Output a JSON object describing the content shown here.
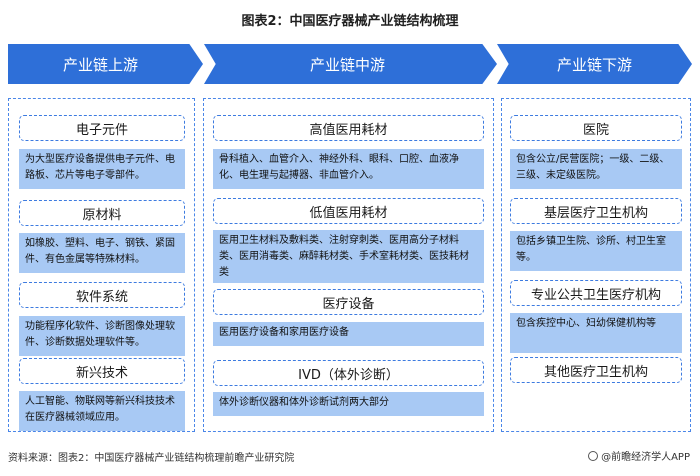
{
  "title": "图表2：中国医疗器械产业链结构梳理",
  "stages": [
    "产业链上游",
    "产业链中游",
    "产业链下游"
  ],
  "upstream": [
    {
      "name": "电子元件",
      "desc": "为大型医疗设备提供电子元件、电路板、芯片等电子零部件。"
    },
    {
      "name": "原材料",
      "desc": "如橡胶、塑料、电子、钢铁、紧固件、有色金属等特殊材料。"
    },
    {
      "name": "软件系统",
      "desc": "功能程序化软件、诊断图像处理软件、诊断数据处理软件等。"
    },
    {
      "name": "新兴技术",
      "desc": "人工智能、物联网等新兴科技技术在医疗器械领域应用。"
    }
  ],
  "midstream": [
    {
      "name": "高值医用耗材",
      "desc": "骨科植入、血管介入、神经外科、眼科、口腔、血液净化、电生理与起搏器、非血管介入。"
    },
    {
      "name": "低值医用耗材",
      "desc": "医用卫生材料及敷料类、注射穿刺类、医用高分子材料类、医用消毒类、麻醉耗材类、手术室耗材类、医技耗材类"
    },
    {
      "name": "医疗设备",
      "desc": "医用医疗设备和家用医疗设备"
    },
    {
      "name": "IVD（体外诊断）",
      "desc": "体外诊断仪器和体外诊断试剂两大部分"
    }
  ],
  "downstream": [
    {
      "name": "医院",
      "desc": "包含公立/民营医院；一级、二级、三级、未定级医院。"
    },
    {
      "name": "基层医疗卫生机构",
      "desc": "包括乡镇卫生院、诊所、村卫生室等。"
    },
    {
      "name": "专业公共卫生医疗机构",
      "desc": "包含疾控中心、妇幼保健机构等"
    },
    {
      "name": "其他医疗卫生机构",
      "desc": ""
    }
  ],
  "source": "资料来源：图表2：中国医疗器械产业链结构梳理前瞻产业研究院",
  "brand": "@前瞻经济学人APP",
  "colors": {
    "chevron": "#2e6fd8",
    "desc_bg": "#a8c9f4",
    "dash": "#3d7be0"
  }
}
